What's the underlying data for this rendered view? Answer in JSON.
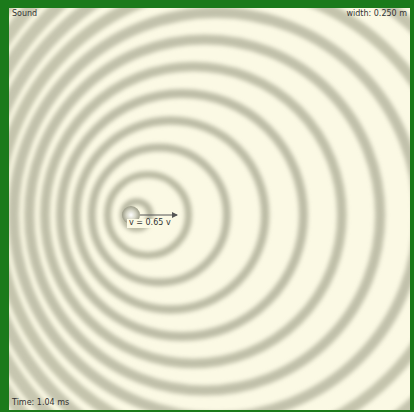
{
  "diagram": {
    "labels": [
      "Sound",
      "width: 0.250 m",
      "v = 0.65 v",
      "Time: 1.04 ms"
    ]
  }
}
